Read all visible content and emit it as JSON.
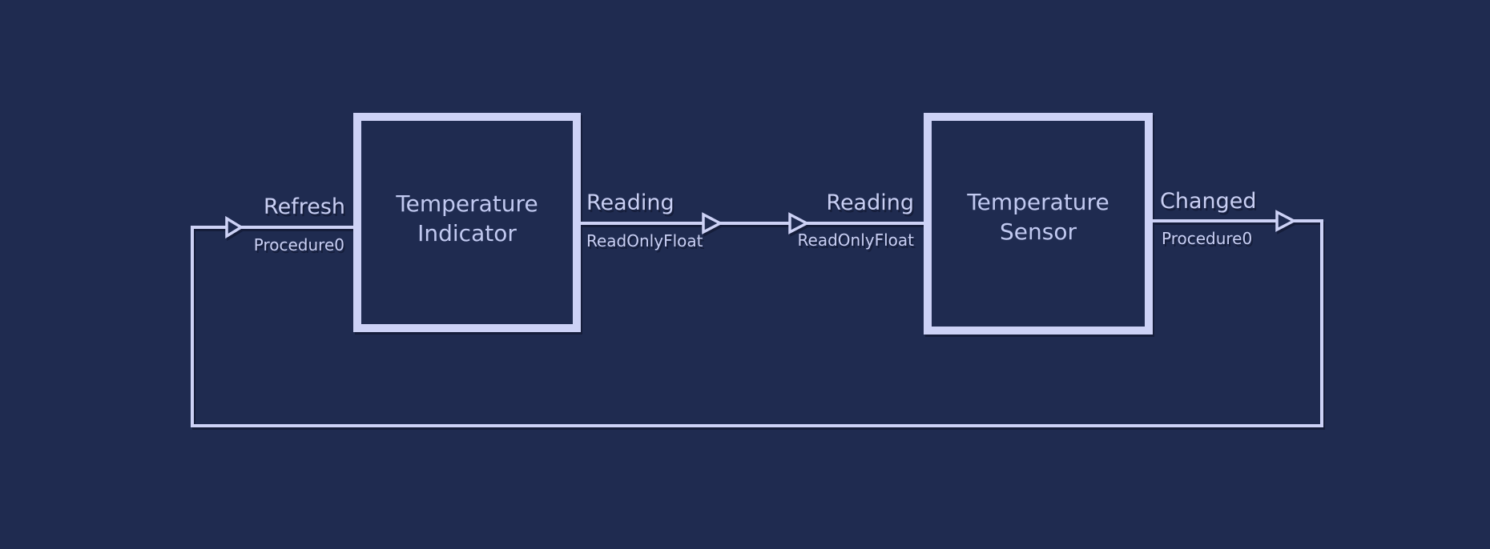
{
  "diagram": {
    "colors": {
      "background": "#1f2b50",
      "wire": "#cdd2f6",
      "label_text": "#c9cff3",
      "block_title_text": "#c1c9f0"
    },
    "blocks": [
      {
        "id": "temperature-indicator",
        "title_line1": "Temperature",
        "title_line2": "Indicator"
      },
      {
        "id": "temperature-sensor",
        "title_line1": "Temperature",
        "title_line2": "Sensor"
      }
    ],
    "ports": {
      "refresh": {
        "event": "Refresh",
        "signature": "Procedure0"
      },
      "reading_out": {
        "event": "Reading",
        "signature": "ReadOnlyFloat"
      },
      "reading_in": {
        "event": "Reading",
        "signature": "ReadOnlyFloat"
      },
      "changed": {
        "event": "Changed",
        "signature": "Procedure0"
      }
    }
  }
}
